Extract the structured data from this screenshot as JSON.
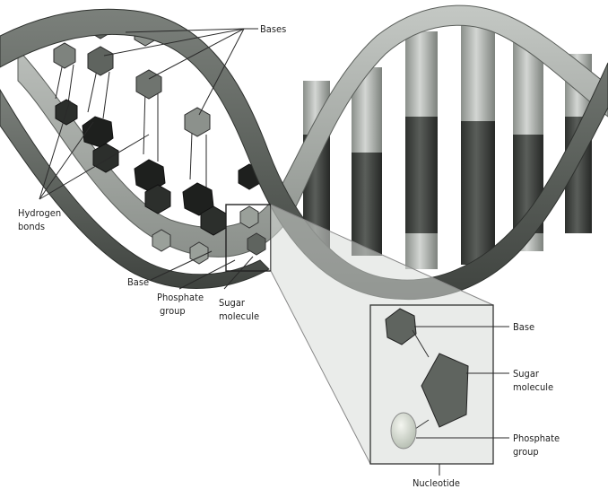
{
  "labels": {
    "bases": "Bases",
    "hydrogen_bonds_1": "Hydrogen",
    "hydrogen_bonds_2": "bonds",
    "base": "Base",
    "phosphate_group_1": "Phosphate",
    "phosphate_group_2": "group",
    "sugar_molecule_1": "Sugar",
    "sugar_molecule_2": "molecule",
    "inset_base": "Base",
    "inset_sugar_1": "Sugar",
    "inset_sugar_2": "molecule",
    "inset_phosphate_1": "Phosphate",
    "inset_phosphate_2": "group",
    "nucleotide": "Nucleotide"
  },
  "colors": {
    "backbone_dark": "#5d625d",
    "backbone_light": "#9aa09a",
    "base_dark": "#222422",
    "base_mid": "#6a6f6a",
    "base_light": "#b9bdb9",
    "inset_bg": "#e9ebe9"
  }
}
